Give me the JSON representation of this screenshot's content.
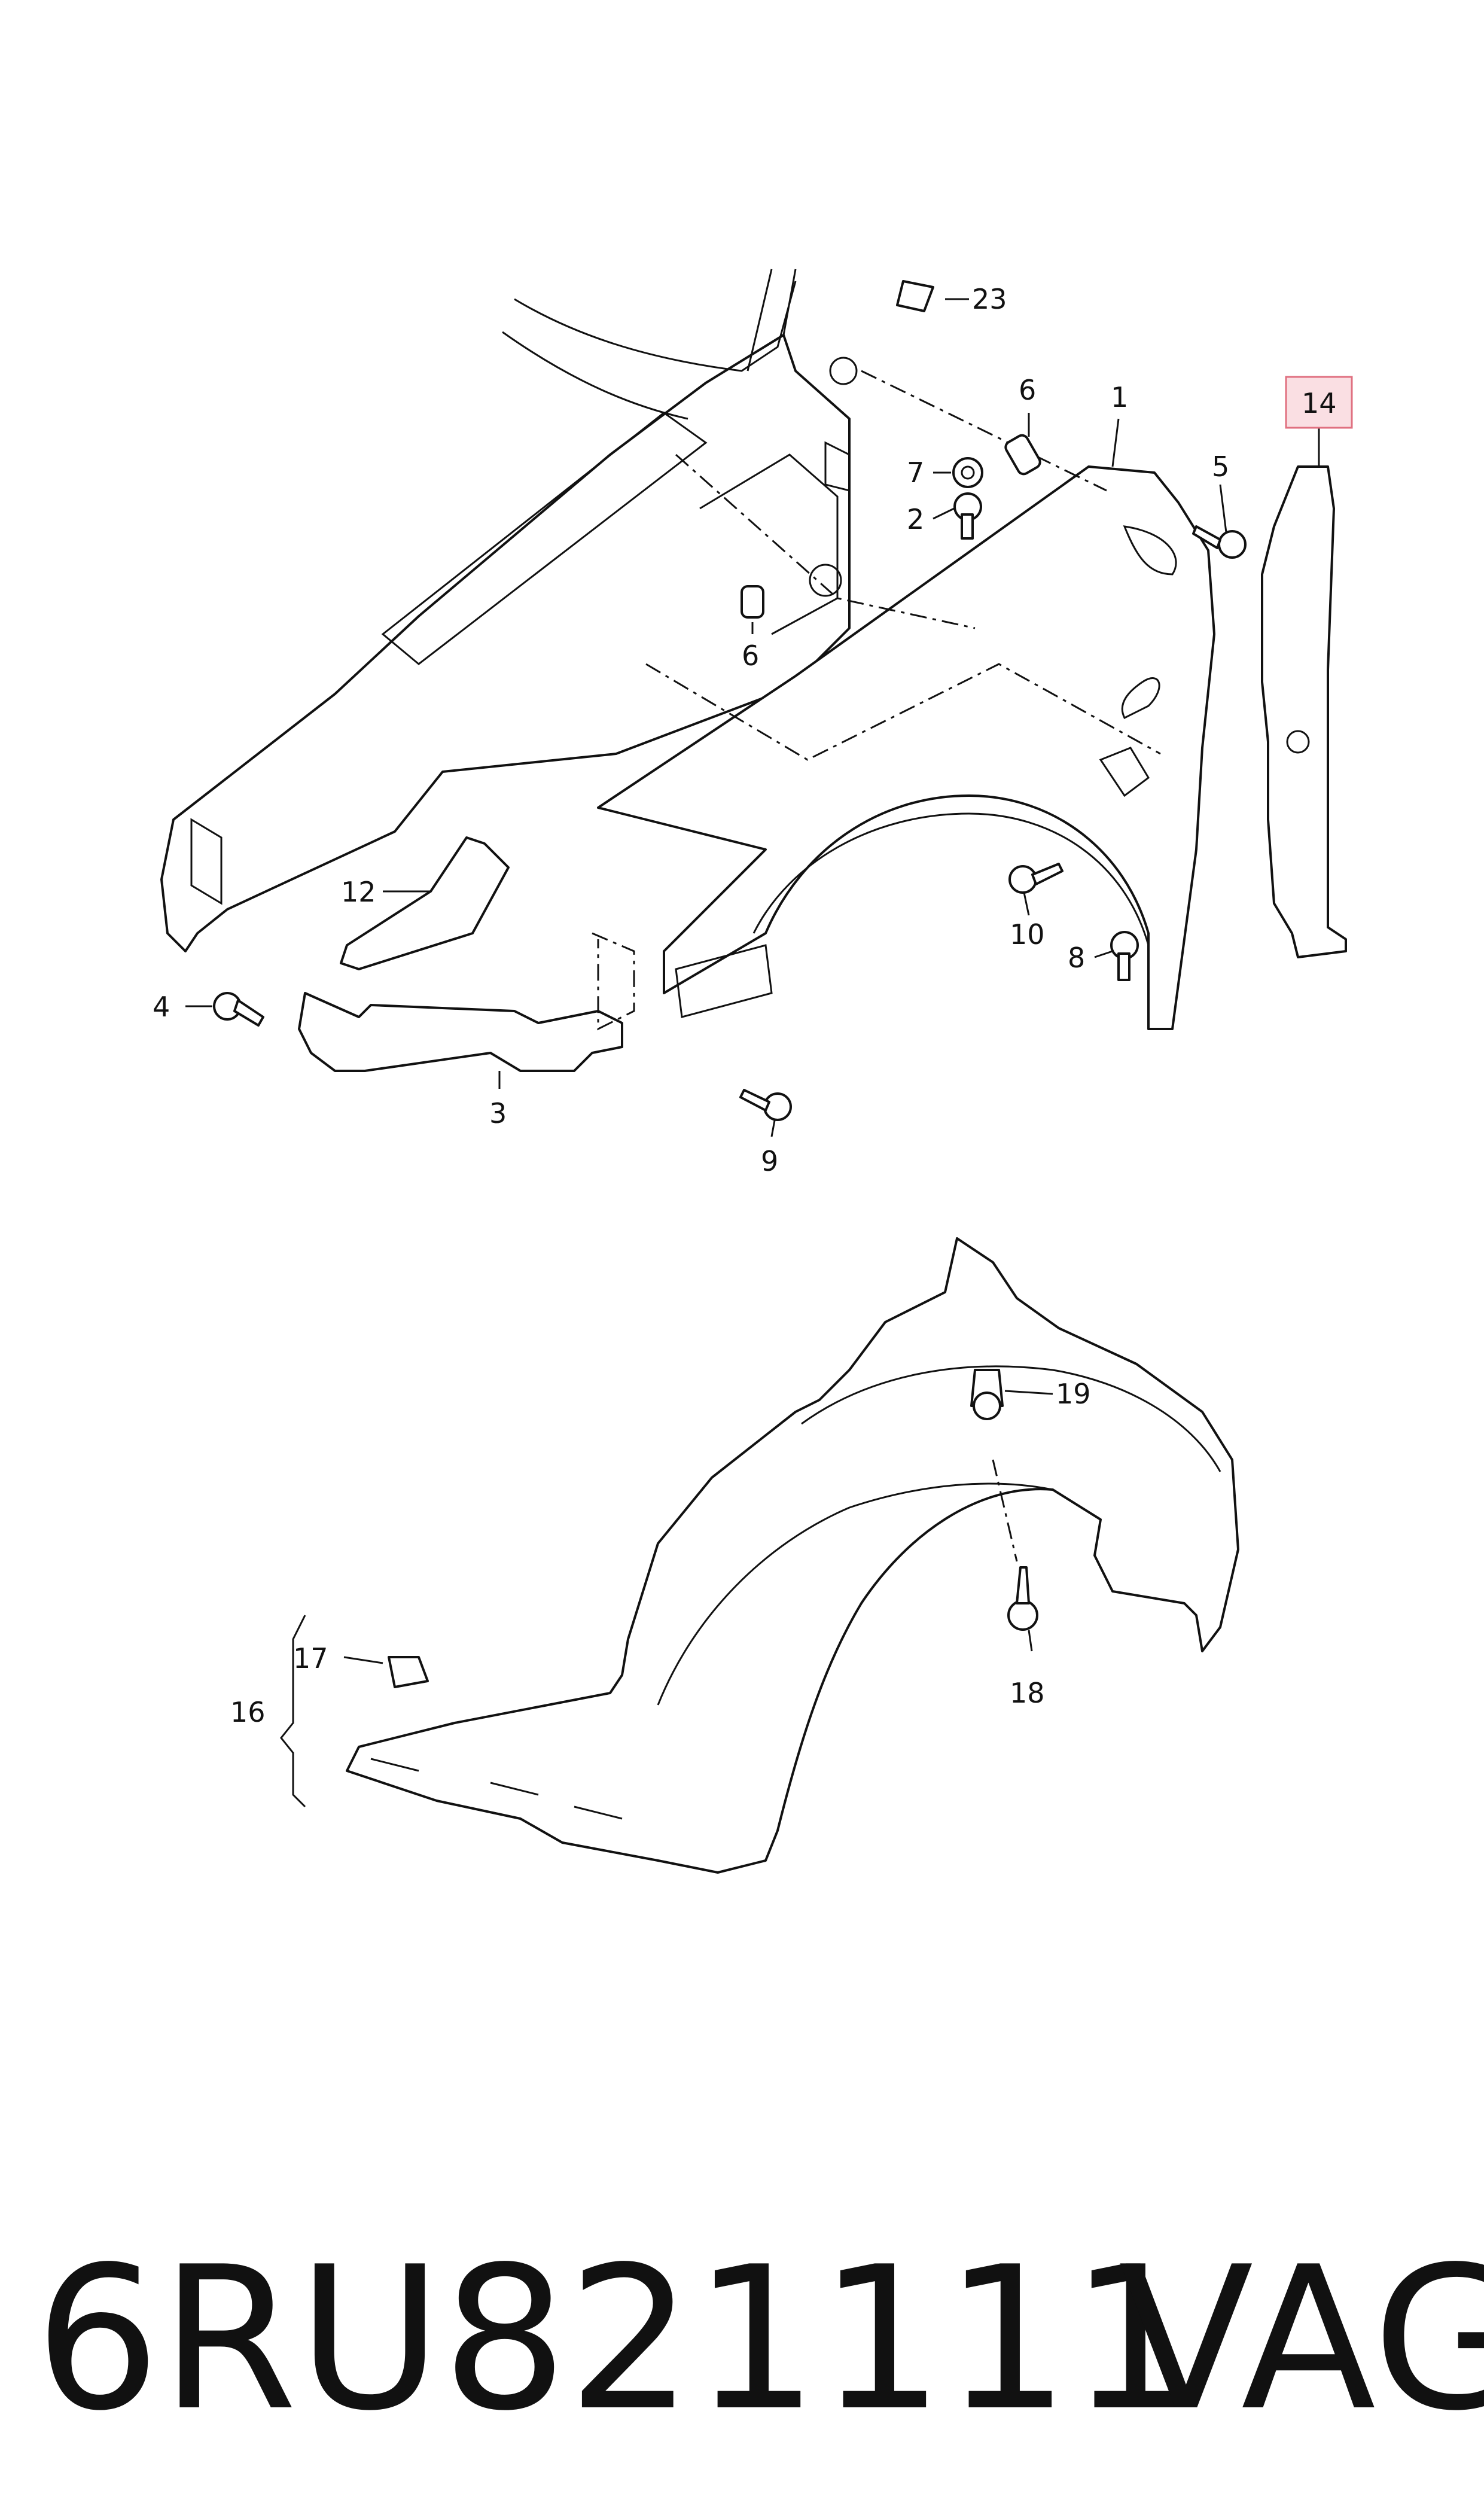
{
  "callouts": {
    "c1": "1",
    "c2": "2",
    "c3": "3",
    "c4": "4",
    "c5": "5",
    "c6a": "6",
    "c6b": "6",
    "c7": "7",
    "c8": "8",
    "c9": "9",
    "c10": "10",
    "c12": "12",
    "c14": "14",
    "c16": "16",
    "c17": "17",
    "c18": "18",
    "c19": "19",
    "c23": "23"
  },
  "highlight": {
    "callout": "14",
    "color": "#f4b8c0"
  },
  "footer": {
    "part_number": "6RU821111",
    "brand": "VAG"
  }
}
